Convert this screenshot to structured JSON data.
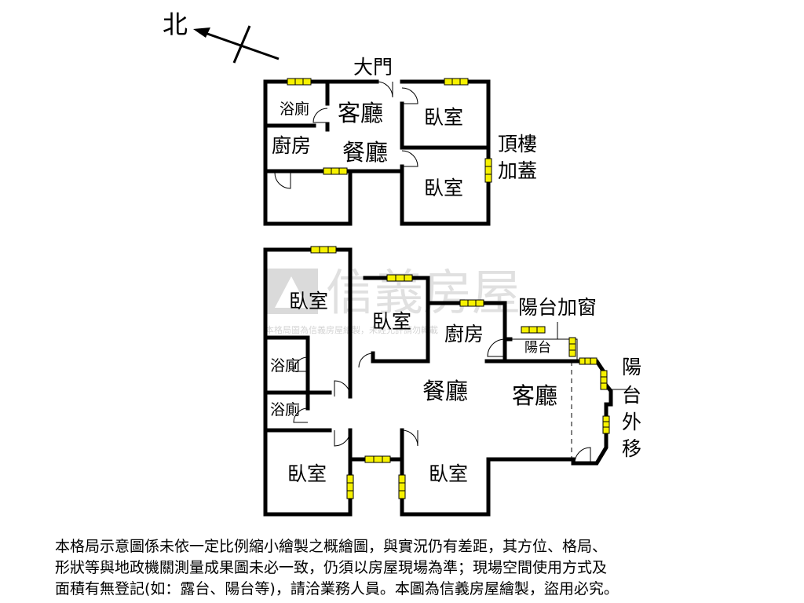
{
  "compass": {
    "north_label": "北"
  },
  "top_floor": {
    "entrance_label": "大門",
    "rooms": {
      "bath": "浴廁",
      "living": "客廳",
      "kitchen": "廚房",
      "dining": "餐廳",
      "bedroom_1": "臥室",
      "bedroom_2": "臥室"
    },
    "annotation": [
      "頂樓",
      "加蓋"
    ]
  },
  "main_floor": {
    "rooms": {
      "bedroom_nw": "臥室",
      "bedroom_center": "臥室",
      "bath_1": "浴廁",
      "bath_2": "浴廁",
      "kitchen": "廚房",
      "balcony": "陽台",
      "dining": "餐廳",
      "living": "客廳",
      "bedroom_sw": "臥室",
      "bedroom_s": "臥室"
    },
    "annotations": {
      "balcony_window": "陽台加窗",
      "balcony_extension": [
        "陽",
        "台",
        "外",
        "移"
      ]
    }
  },
  "watermark": {
    "brand": "信義房屋",
    "line": "本格局圖為信義房屋繪製，未經允許請勿轉載"
  },
  "disclaimer": [
    "本格局示意圖係未依一定比例縮小繪製之概繪圖，與實況仍有差距，其方位、格局、",
    "形狀等與地政機關測量成果圖未必一致，仍須以房屋現場為準；現場空間使用方式及",
    "面積有無登記(如：露台、陽台等)，請洽業務人員。本圖為信義房屋繪製，盜用必究。"
  ],
  "colors": {
    "window": "#f7f200",
    "wall": "#000000",
    "watermark": "#c8c8c8"
  }
}
